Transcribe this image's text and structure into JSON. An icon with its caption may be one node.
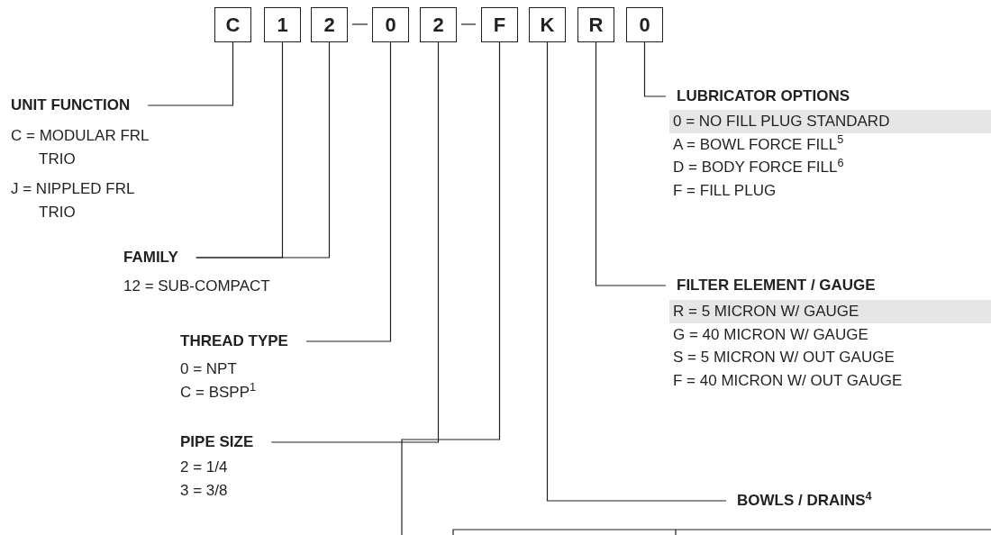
{
  "diagram": {
    "nodes": [
      {
        "text": [
          "C"
        ]
      },
      {
        "text": [
          "1"
        ]
      },
      {
        "text": [
          "2"
        ]
      },
      {
        "text": [
          "0"
        ]
      },
      {
        "text": [
          "2"
        ]
      },
      {
        "text": [
          "F"
        ]
      },
      {
        "text": [
          "K"
        ]
      },
      {
        "text": [
          "R"
        ]
      },
      {
        "text": [
          "0"
        ]
      },
      {
        "text": [
          "UNIT FUNCTION"
        ],
        "beside": [
          "C = MODULAR FRL TRIO",
          "J = NIPPLED FRL TRIO"
        ]
      },
      {
        "text": [
          "FAMILY"
        ],
        "beside": [
          "12 = SUB-COMPACT"
        ]
      },
      {
        "text": [
          "THREAD TYPE"
        ],
        "beside": [
          "0 = NPT",
          "C = BSPP$^{1}$"
        ]
      },
      {
        "text": [
          "PIPE SIZE"
        ],
        "beside": [
          "2 = 1/4",
          "3 = 3/8"
        ]
      },
      {
        "text": [
          "LUBRICATOR OPTIONS"
        ],
        "beside": [
          "0 = NO FILL PLUG STANDARD",
          "A = BOWL FORCE FILL$^{5}$",
          "D = BODY FORCE FILL$^{6}$",
          "F = FILL PLUG"
        ]
      },
      {
        "text": [
          "FILTER ELEMENT / GAUGE"
        ],
        "beside": [
          "R = 5 MICRON W/ GAUGE",
          "G = 40 MICRON W/ GAUGE",
          "S = 5 MICRON W/ OUT GAUGE",
          "F = 40 MICRON W/ OUT GAUGE"
        ]
      },
      {
        "text": [
          "BOWLS / DRAINS$^{4}$"
        ]
      }
    ],
    "edges": [
      {
        "from": 0,
        "to": 9,
        "arrow": "none"
      },
      {
        "from": 1,
        "to": 10,
        "arrow": "none"
      },
      {
        "from": 2,
        "to": 10,
        "arrow": "none"
      },
      {
        "from": 3,
        "to": 11,
        "arrow": "none"
      },
      {
        "from": 4,
        "to": 12,
        "arrow": "none"
      },
      {
        "from": 5,
        "to": null,
        "arrow": "none"
      },
      {
        "from": 6,
        "to": 15,
        "arrow": "none"
      },
      {
        "from": 7,
        "to": 14,
        "arrow": "none"
      },
      {
        "from": 8,
        "to": 13,
        "arrow": "none"
      }
    ]
  }
}
